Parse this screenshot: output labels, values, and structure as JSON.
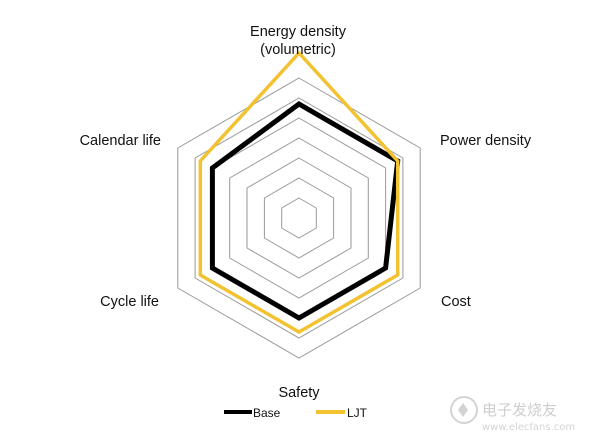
{
  "chart_data": {
    "type": "radar",
    "axes": [
      {
        "label": [
          "Energy density",
          "(volumetric)"
        ]
      },
      {
        "label": [
          "Power density"
        ]
      },
      {
        "label": [
          "Cost"
        ]
      },
      {
        "label": [
          "Safety"
        ]
      },
      {
        "label": [
          "Cycle life"
        ]
      },
      {
        "label": [
          "Calendar life"
        ]
      }
    ],
    "levels": 7,
    "range": [
      0,
      7
    ],
    "series": [
      {
        "name": "Base",
        "color": "#000000",
        "values": [
          5.7,
          5.7,
          5.0,
          5.0,
          5.0,
          5.0
        ]
      },
      {
        "name": "LJT",
        "color": "#f2c230",
        "values": [
          8.25,
          5.7,
          5.7,
          5.7,
          5.7,
          5.7
        ]
      }
    ],
    "grid": true,
    "legend_position": "bottom"
  },
  "watermark": {
    "text": "电子发烧友",
    "subtext": "www.elecfans.com"
  }
}
